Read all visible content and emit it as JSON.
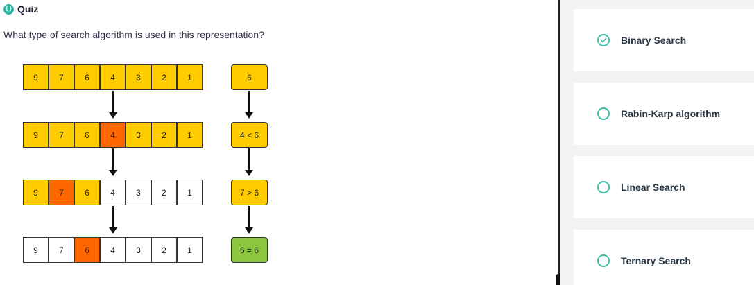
{
  "quiz": {
    "title": "Quiz",
    "icon": "braces-icon",
    "question": "What type of search algorithm is used in this representation?"
  },
  "diagram": {
    "rows": [
      {
        "cells": [
          {
            "value": "9",
            "color": "#ffcc00"
          },
          {
            "value": "7",
            "color": "#ffcc00"
          },
          {
            "value": "6",
            "color": "#ffcc00"
          },
          {
            "value": "4",
            "color": "#ffcc00"
          },
          {
            "value": "3",
            "color": "#ffcc00"
          },
          {
            "value": "2",
            "color": "#ffcc00"
          },
          {
            "value": "1",
            "color": "#ffcc00"
          }
        ],
        "comparison": {
          "text": "6",
          "color": "#ffcc00"
        }
      },
      {
        "cells": [
          {
            "value": "9",
            "color": "#ffcc00"
          },
          {
            "value": "7",
            "color": "#ffcc00"
          },
          {
            "value": "6",
            "color": "#ffcc00"
          },
          {
            "value": "4",
            "color": "#ff6600"
          },
          {
            "value": "3",
            "color": "#ffcc00"
          },
          {
            "value": "2",
            "color": "#ffcc00"
          },
          {
            "value": "1",
            "color": "#ffcc00"
          }
        ],
        "comparison": {
          "text": "4 < 6",
          "color": "#ffcc00"
        }
      },
      {
        "cells": [
          {
            "value": "9",
            "color": "#ffcc00"
          },
          {
            "value": "7",
            "color": "#ff6600"
          },
          {
            "value": "6",
            "color": "#ffcc00"
          },
          {
            "value": "4",
            "color": "#ffffff"
          },
          {
            "value": "3",
            "color": "#ffffff"
          },
          {
            "value": "2",
            "color": "#ffffff"
          },
          {
            "value": "1",
            "color": "#ffffff"
          }
        ],
        "comparison": {
          "text": "7 > 6",
          "color": "#ffcc00"
        }
      },
      {
        "cells": [
          {
            "value": "9",
            "color": "#ffffff"
          },
          {
            "value": "7",
            "color": "#ffffff"
          },
          {
            "value": "6",
            "color": "#ff6600"
          },
          {
            "value": "4",
            "color": "#ffffff"
          },
          {
            "value": "3",
            "color": "#ffffff"
          },
          {
            "value": "2",
            "color": "#ffffff"
          },
          {
            "value": "1",
            "color": "#ffffff"
          }
        ],
        "comparison": {
          "text": "6 = 6",
          "color": "#8cc63f"
        }
      }
    ]
  },
  "options": [
    {
      "label": "Binary Search",
      "selected": true,
      "icon": "check-circle-icon"
    },
    {
      "label": "Rabin-Karp algorithm",
      "selected": false,
      "icon": "radio-icon"
    },
    {
      "label": "Linear Search",
      "selected": false,
      "icon": "radio-icon"
    },
    {
      "label": "Ternary Search",
      "selected": false,
      "icon": "radio-icon"
    }
  ],
  "colors": {
    "accent": "#3cbfa4",
    "highlight": "#ff6600",
    "default_cell": "#ffcc00",
    "match": "#8cc63f"
  }
}
